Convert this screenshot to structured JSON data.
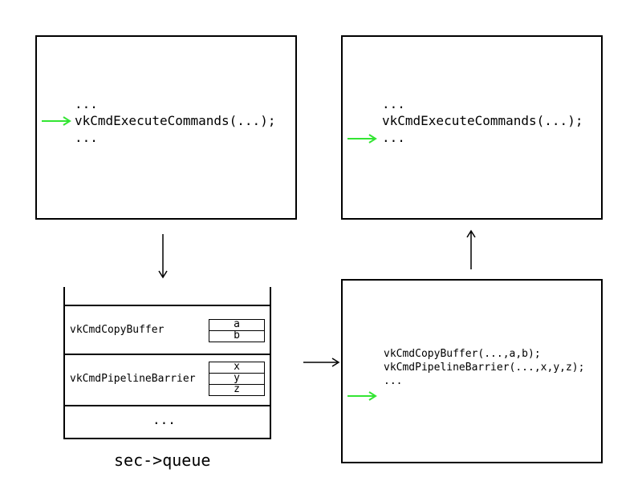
{
  "panel_top_left": {
    "lines": [
      "...",
      "vkCmdExecuteCommands(...);",
      "..."
    ]
  },
  "panel_top_right": {
    "lines": [
      "...",
      "vkCmdExecuteCommands(...);",
      "..."
    ]
  },
  "queue": {
    "rows": [
      {
        "command": "vkCmdCopyBuffer",
        "args": [
          "a",
          "b"
        ]
      },
      {
        "command": "vkCmdPipelineBarrier",
        "args": [
          "x",
          "y",
          "z"
        ]
      }
    ],
    "ellipsis": "...",
    "caption": "sec->queue"
  },
  "panel_bottom_right": {
    "lines": [
      "vkCmdCopyBuffer(...,a,b);",
      "vkCmdPipelineBarrier(...,x,y,z);",
      "..."
    ]
  },
  "colors": {
    "pointer_arrow": "#33e533",
    "line": "#000000"
  }
}
